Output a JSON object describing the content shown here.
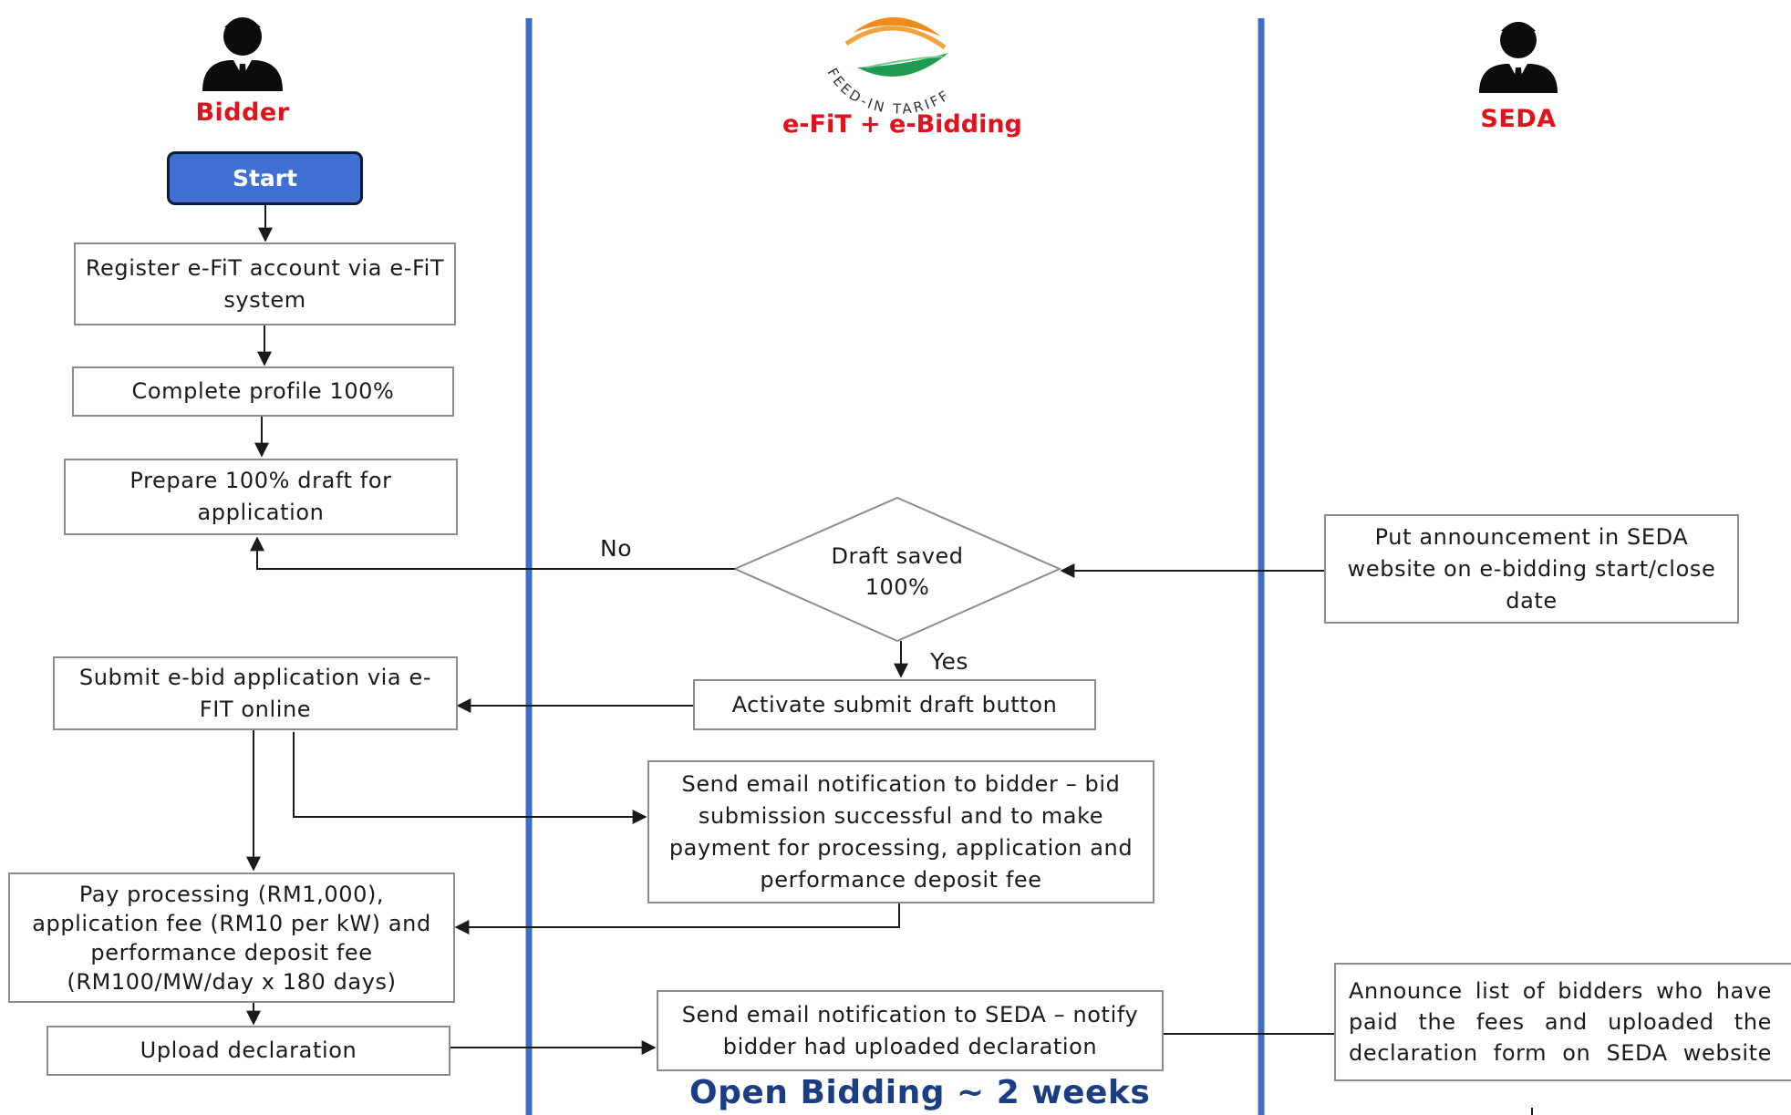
{
  "lanes": {
    "bidder": {
      "label": "Bidder",
      "icon": "person-icon"
    },
    "efit": {
      "title": "e-FiT + e-Bidding",
      "logo_text": "FEED-IN TARIFF",
      "icon": "feed-in-tariff-logo"
    },
    "seda": {
      "label": "SEDA",
      "icon": "person-icon"
    }
  },
  "colors": {
    "lane_divider": "#3d6cc4",
    "actor_label": "#e0121b",
    "start_fill": "#3f6fd1",
    "footer": "#1b3d84",
    "box_border": "#8c8c8c"
  },
  "nodes": {
    "start": "Start",
    "register": "Register e-FiT account via e-FiT system",
    "complete_profile": "Complete profile 100%",
    "prepare_draft": "Prepare 100% draft for application",
    "draft_saved": "Draft saved 100%",
    "put_announcement": "Put announcement in SEDA website on e-bidding start/close date",
    "submit_ebid": "Submit e-bid application via e-FIT online",
    "activate_submit": "Activate submit draft button",
    "send_email_bidder": "Send email notification to bidder – bid submission successful and to make payment for processing, application and performance deposit fee",
    "pay_fees": "Pay processing (RM1,000), application fee (RM10 per kW) and performance deposit fee (RM100/MW/day x 180 days)",
    "upload_declaration": "Upload declaration",
    "send_email_seda": "Send email notification to SEDA – notify bidder had uploaded declaration",
    "announce_list": "Announce list of bidders who have paid the fees and uploaded the declaration form on SEDA website"
  },
  "edge_labels": {
    "no": "No",
    "yes": "Yes"
  },
  "footer": "Open Bidding ~ 2 weeks"
}
